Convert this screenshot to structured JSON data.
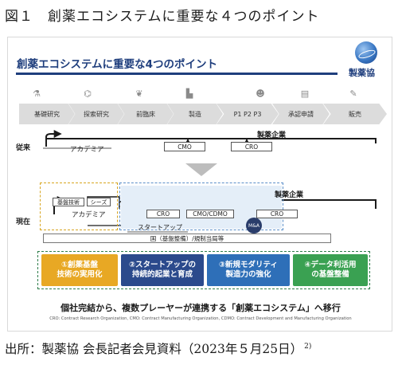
{
  "figure_caption": "図１　創薬エコシステムに重要な４つのポイント",
  "source_line": "出所：製薬協 会長記者会見資料（2023年５月25日）",
  "source_ref": "2)",
  "slide": {
    "title": "創薬エコシステムに重要な4つのポイント",
    "logo_text": "製薬協"
  },
  "stages": [
    "基礎研究",
    "探索研究",
    "前臨床",
    "製造",
    "P1 P2 P3",
    "承認申請",
    "販売"
  ],
  "stage_icons": [
    "microscope-icon",
    "molecule-icon",
    "mouse-icon",
    "factory-icon",
    "people-icon",
    "document-icon",
    "syringe-icon"
  ],
  "conventional": {
    "row_label": "従来",
    "pharma": "製薬企業",
    "academia": "アカデミア",
    "cmo": "CMO",
    "cro": "CRO"
  },
  "current": {
    "row_label": "現在",
    "pharma": "製薬企業",
    "basic_tech": "基盤技術",
    "seeds": "シーズ",
    "academia": "アカデミア",
    "cro_left": "CRO",
    "cmo_cdmo": "CMO/CDMO",
    "cro_right": "CRO",
    "startup": "スタートアップ",
    "ma": "M&A",
    "government": "国（基盤整備）/規制当局等"
  },
  "points": [
    {
      "line1": "①創薬基盤",
      "line2": "技術の実用化",
      "color": "#e8a824"
    },
    {
      "line1": "②スタートアップの",
      "line2": "持続的起業と育成",
      "color": "#2b4a8c"
    },
    {
      "line1": "③新規モダリティ",
      "line2": "製造力の強化",
      "color": "#2e6fb8"
    },
    {
      "line1": "④データ利活用",
      "line2": "の基盤整備",
      "color": "#3aa152"
    }
  ],
  "conclusion": "個社完結から、複数プレーヤーが連携する「創薬エコシステム」へ移行",
  "footnote": "CRO: Contract Research Organization, CMO: Contract Manufacturing Organization, CDMO: Contract Development and Manufacturing Organization"
}
